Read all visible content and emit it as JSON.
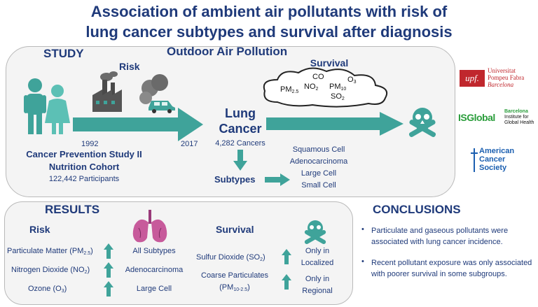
{
  "title": {
    "line1": "Association of ambient air pollutants with risk of",
    "line2": "lung cancer subtypes and survival after diagnosis"
  },
  "study": {
    "heading": "STUDY",
    "outdoor": "Outdoor Air Pollution",
    "risk": "Risk",
    "survival": "Survival",
    "year_start": "1992",
    "year_end": "2017",
    "cohort_line1": "Cancer Prevention Study II",
    "cohort_line2": "Nutrition Cohort",
    "participants": "122,442 Participants",
    "lung": "Lung",
    "cancer": "Cancer",
    "cancers_count": "4,282 Cancers",
    "subtypes_label": "Subtypes",
    "subtypes": [
      "Squamous Cell",
      "Adenocarcinoma",
      "Large Cell",
      "Small Cell"
    ],
    "cloud": {
      "co": "CO",
      "o3": "O",
      "no2": "NO",
      "pm25": "PM",
      "pm10": "PM",
      "so2": "SO"
    }
  },
  "results": {
    "heading": "RESULTS",
    "risk_heading": "Risk",
    "survival_heading": "Survival",
    "risk_rows": [
      {
        "pollutant": "Particulate Matter (PM",
        "sub": "2.5",
        "close": ")",
        "outcome": "All Subtypes"
      },
      {
        "pollutant": "Nitrogen Dioxide (NO",
        "sub": "2",
        "close": ")",
        "outcome": "Adenocarcinoma"
      },
      {
        "pollutant": "Ozone (O",
        "sub": "3",
        "close": ")",
        "outcome": "Large Cell"
      }
    ],
    "survival_rows": [
      {
        "pollutant": "Sulfur Dioxide (SO",
        "sub": "2",
        "close": ")",
        "outcome1": "Only in",
        "outcome2": "Localized"
      },
      {
        "pollutant": "Coarse Particulates",
        "pollutant2": "(PM",
        "sub": "10-2.5",
        "close": ")",
        "outcome1": "Only in",
        "outcome2": "Regional"
      }
    ]
  },
  "conclusions": {
    "heading": "CONCLUSIONS",
    "items": [
      "Particulate and gaseous pollutants were associated with lung cancer incidence.",
      "Recent pollutant exposure was only associated with poorer survival in some subgroups."
    ]
  },
  "logos": {
    "upf_mark": "upf.",
    "upf_line1": "Universitat",
    "upf_line2": "Pompeu Fabra",
    "upf_line3": "Barcelona",
    "isglobal_mark": "ISGlobal",
    "isglobal_line1": "Barcelona",
    "isglobal_line2": "Institute for",
    "isglobal_line3": "Global Health",
    "acs_line1": "American",
    "acs_line2": "Cancer",
    "acs_line3": "Society"
  },
  "colors": {
    "navy": "#1f3a7a",
    "teal": "#3fa39a",
    "panel": "#f4f4f4",
    "upf_red": "#c0272d",
    "isglobal_green": "#2a9d3b"
  }
}
